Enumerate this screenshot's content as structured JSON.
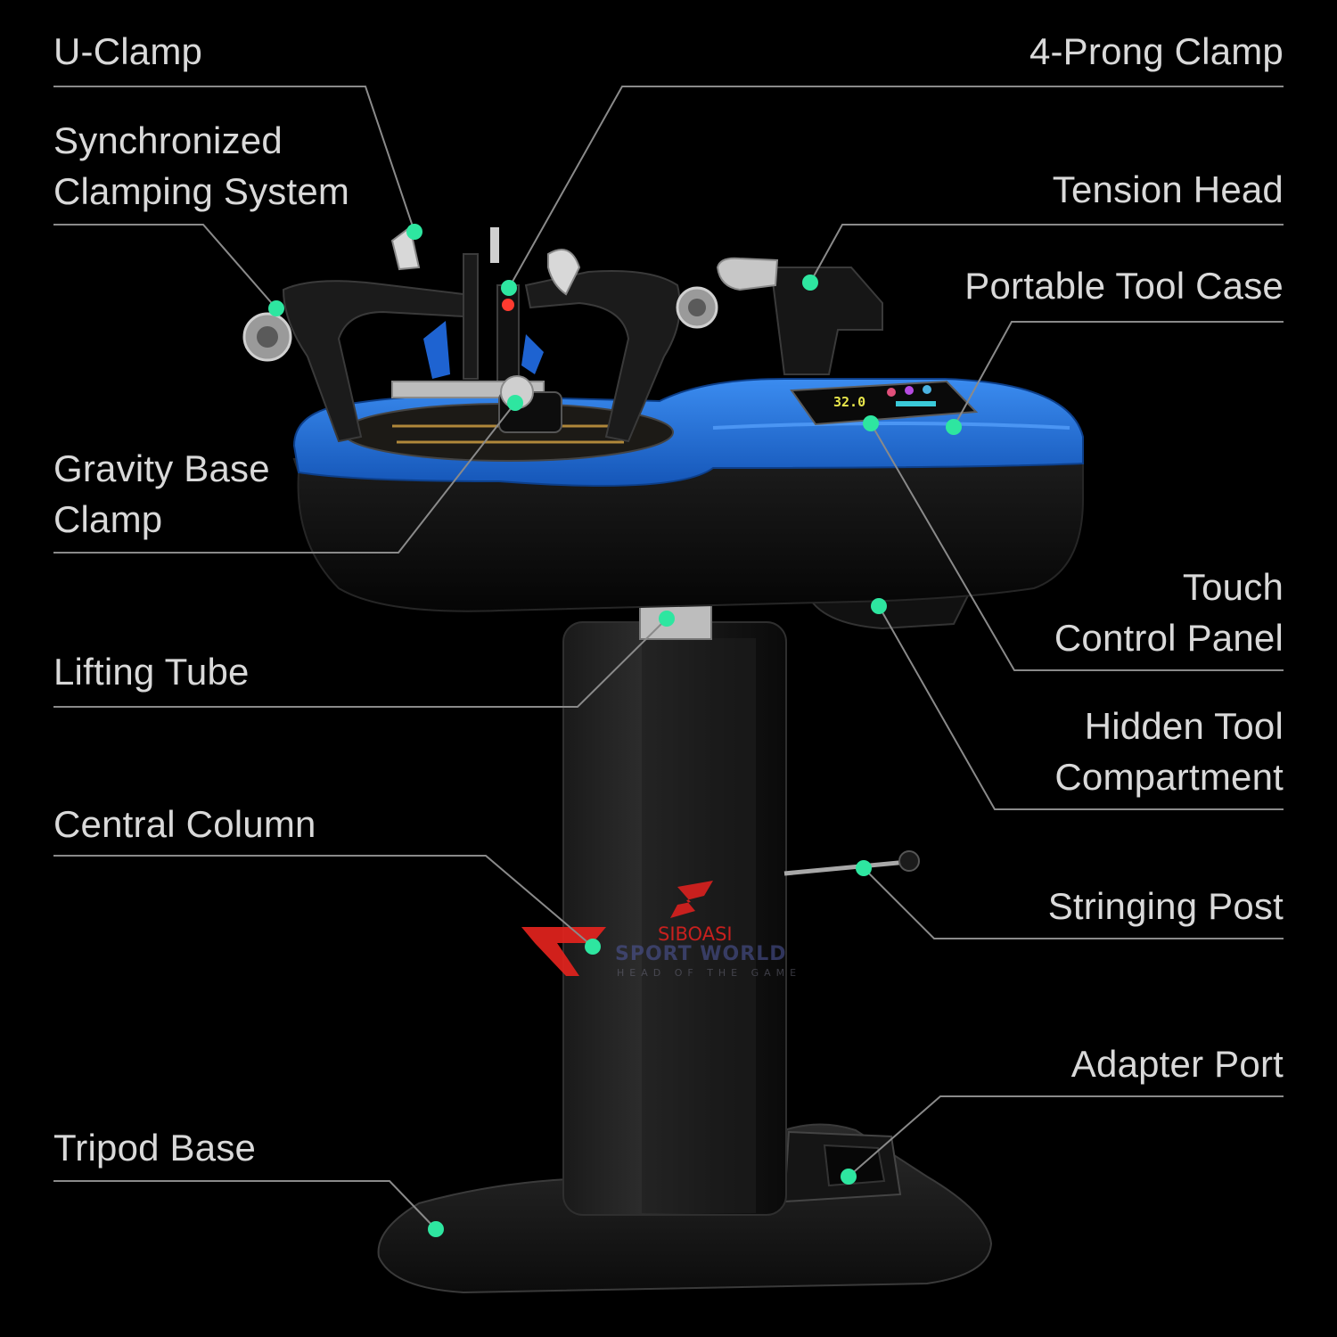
{
  "labels": {
    "u_clamp": [
      "U-Clamp"
    ],
    "synchronized_clamping_system": [
      "Synchronized",
      "Clamping System"
    ],
    "gravity_base_clamp": [
      "Gravity Base",
      "Clamp"
    ],
    "lifting_tube": [
      "Lifting Tube"
    ],
    "central_column": [
      "Central Column"
    ],
    "tripod_base": [
      "Tripod Base"
    ],
    "four_prong_clamp": [
      "4-Prong Clamp"
    ],
    "tension_head": [
      "Tension Head"
    ],
    "portable_tool_case": [
      "Portable Tool Case"
    ],
    "touch_control_panel": [
      "Touch",
      "Control Panel"
    ],
    "hidden_tool_compartment": [
      "Hidden Tool",
      "Compartment"
    ],
    "stringing_post": [
      "Stringing Post"
    ],
    "adapter_port": [
      "Adapter Port"
    ]
  },
  "product": {
    "brand": "SIBOASI",
    "screen_value": "32.0"
  },
  "watermark": {
    "name": "SPORT WORLD",
    "tagline": "HEAD OF THE GAME"
  },
  "colors": {
    "background": "#000000",
    "label_text": "#d9d9d9",
    "leader_line": "#8a8a8a",
    "marker_dot": "#2ee6a0",
    "machine_blue": "#1f6fd6",
    "machine_black": "#141414",
    "brand_red": "#c8201e"
  }
}
